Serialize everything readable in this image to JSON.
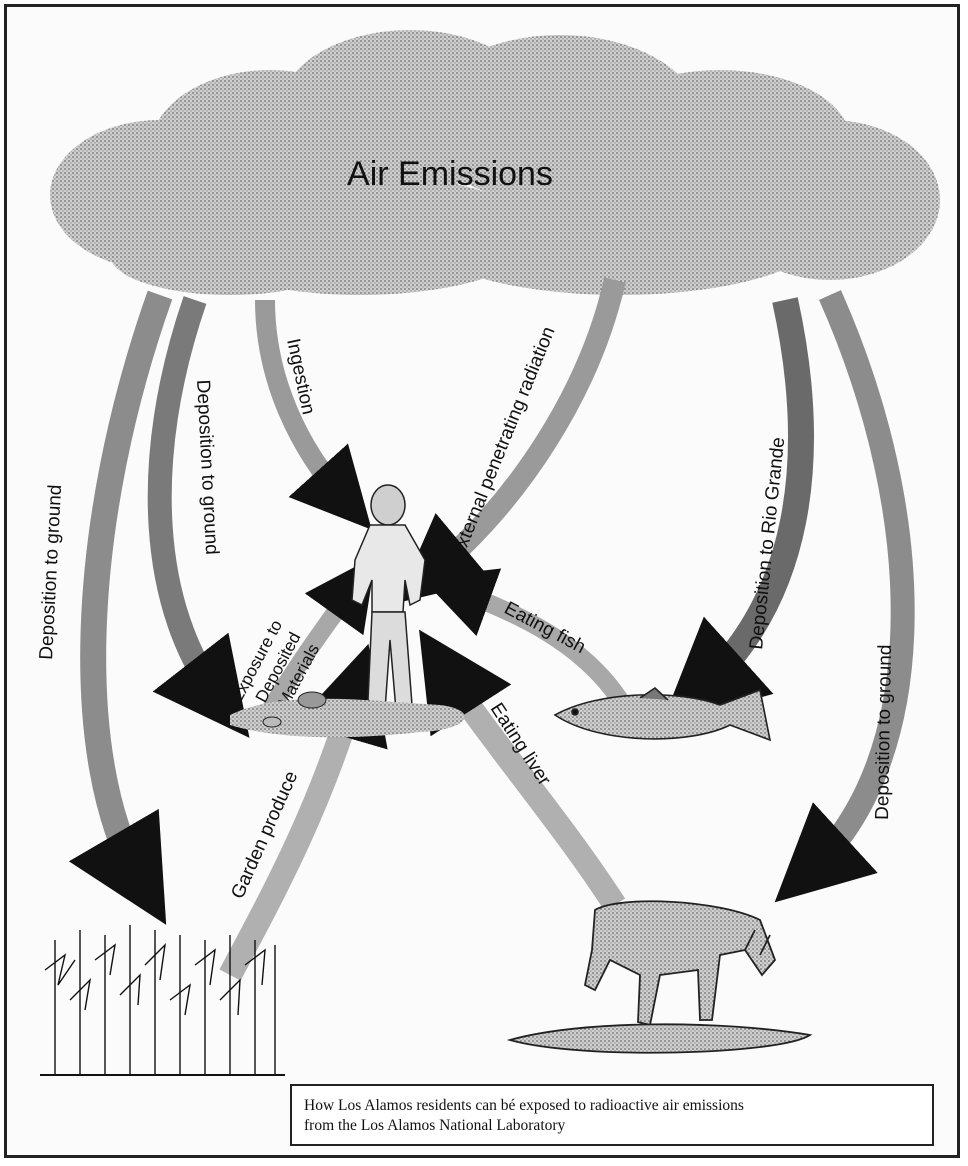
{
  "title": "Air Emissions",
  "pathways": {
    "deposition_ground_left": "Deposition to ground",
    "deposition_ground_inner": "Deposition to ground",
    "ingestion": "Ingestion",
    "external_radiation": "External penetrating radiation",
    "deposition_rio_grande": "Deposition to Rio Grande",
    "deposition_ground_right": "Deposition to ground",
    "exposure_line1": "Exposure to",
    "exposure_line2": "Deposited",
    "exposure_line3": "Materials",
    "eating_fish": "Eating fish",
    "eating_liver": "Eating liver",
    "garden_produce": "Garden produce"
  },
  "caption": {
    "line1": "How Los Alamos residents can bé exposed to radioactive air emissions",
    "line2": "from the Los Alamos National Laboratory"
  },
  "icons": [
    "cloud-icon",
    "person-icon",
    "fish-icon",
    "cow-icon",
    "corn-icon"
  ],
  "colors": {
    "ink": "#111111",
    "arrow_fill": "#9a9a9a",
    "cloud": "#b8b8b8"
  }
}
